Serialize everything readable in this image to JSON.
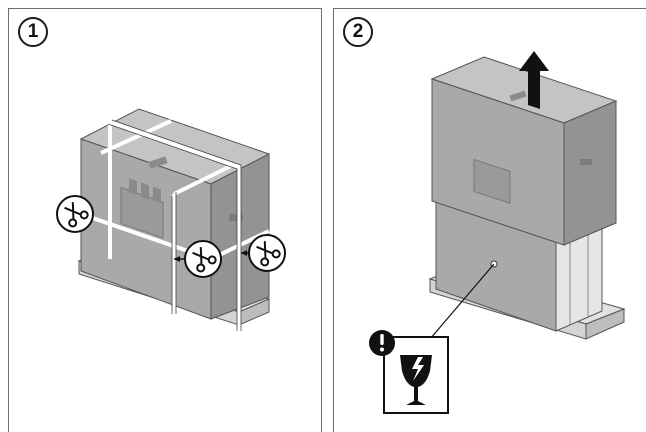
{
  "panels": [
    {
      "step": "1",
      "id": "panel-cut-straps"
    },
    {
      "step": "2",
      "id": "panel-lift-carton"
    }
  ],
  "icons": {
    "scissors": "scissors-icon",
    "arrow": "arrow-up-icon",
    "warning": "exclamation-icon",
    "fragile": "fragile-glass-icon"
  },
  "colors": {
    "box_front": "#a9a9a9",
    "box_side": "#8f8f8f",
    "box_top": "#c4c4c4",
    "line": "#2b2b2b",
    "symbol": "#111111"
  }
}
